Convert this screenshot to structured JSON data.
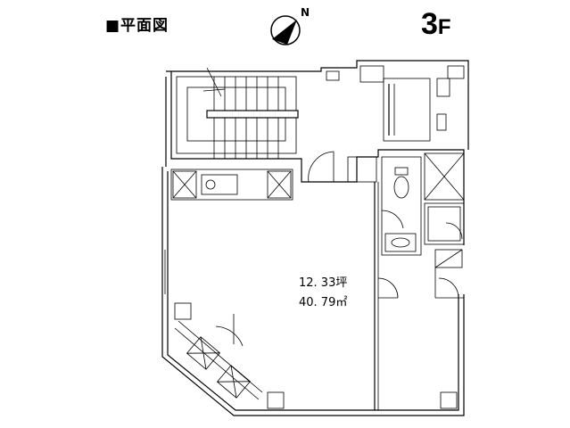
{
  "header": {
    "title": "■平面図",
    "floor_number": "3",
    "floor_suffix": "F"
  },
  "compass": {
    "north_label": "N",
    "icon": "compass-north-icon"
  },
  "room": {
    "area_tsubo": "12. 33坪",
    "area_sqm": "40. 79㎡"
  }
}
